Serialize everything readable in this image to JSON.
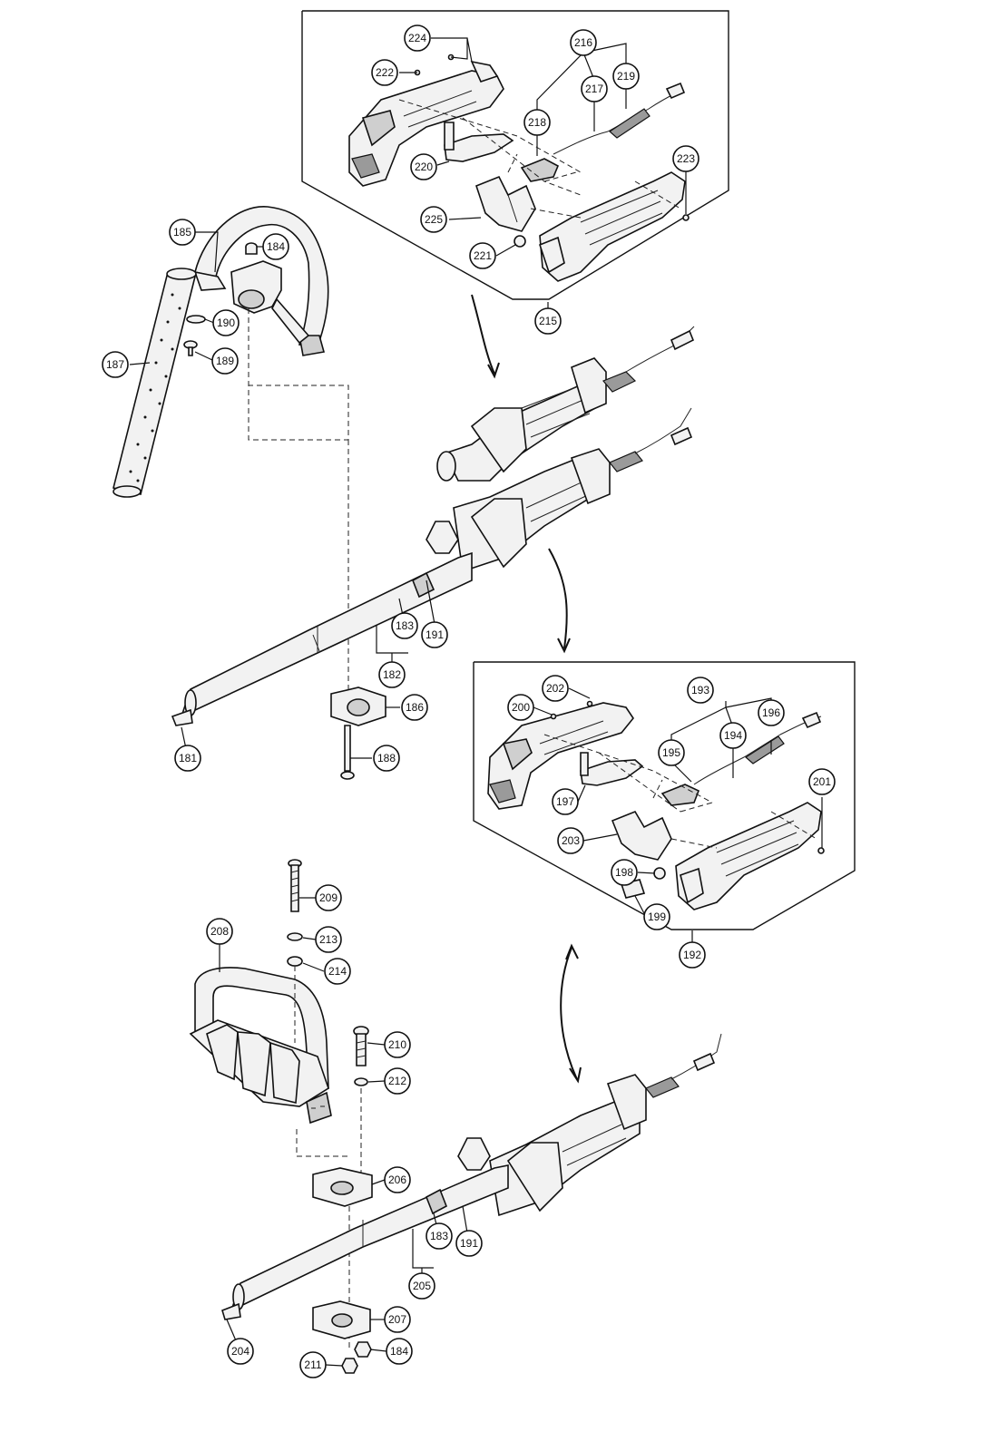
{
  "diagram": {
    "callouts": [
      {
        "id": "c224",
        "label": "224"
      },
      {
        "id": "c222",
        "label": "222"
      },
      {
        "id": "c216",
        "label": "216"
      },
      {
        "id": "c217",
        "label": "217"
      },
      {
        "id": "c219",
        "label": "219"
      },
      {
        "id": "c218",
        "label": "218"
      },
      {
        "id": "c220",
        "label": "220"
      },
      {
        "id": "c223",
        "label": "223"
      },
      {
        "id": "c225",
        "label": "225"
      },
      {
        "id": "c221",
        "label": "221"
      },
      {
        "id": "c215",
        "label": "215"
      },
      {
        "id": "c185",
        "label": "185"
      },
      {
        "id": "c184a",
        "label": "184"
      },
      {
        "id": "c190",
        "label": "190"
      },
      {
        "id": "c189",
        "label": "189"
      },
      {
        "id": "c187",
        "label": "187"
      },
      {
        "id": "c183a",
        "label": "183"
      },
      {
        "id": "c191a",
        "label": "191"
      },
      {
        "id": "c182",
        "label": "182"
      },
      {
        "id": "c186",
        "label": "186"
      },
      {
        "id": "c181",
        "label": "181"
      },
      {
        "id": "c188",
        "label": "188"
      },
      {
        "id": "c202",
        "label": "202"
      },
      {
        "id": "c200",
        "label": "200"
      },
      {
        "id": "c193",
        "label": "193"
      },
      {
        "id": "c194",
        "label": "194"
      },
      {
        "id": "c196",
        "label": "196"
      },
      {
        "id": "c195",
        "label": "195"
      },
      {
        "id": "c197",
        "label": "197"
      },
      {
        "id": "c201",
        "label": "201"
      },
      {
        "id": "c203",
        "label": "203"
      },
      {
        "id": "c198",
        "label": "198"
      },
      {
        "id": "c199",
        "label": "199"
      },
      {
        "id": "c192",
        "label": "192"
      },
      {
        "id": "c209",
        "label": "209"
      },
      {
        "id": "c213",
        "label": "213"
      },
      {
        "id": "c208",
        "label": "208"
      },
      {
        "id": "c214",
        "label": "214"
      },
      {
        "id": "c210",
        "label": "210"
      },
      {
        "id": "c212",
        "label": "212"
      },
      {
        "id": "c206",
        "label": "206"
      },
      {
        "id": "c183b",
        "label": "183"
      },
      {
        "id": "c191b",
        "label": "191"
      },
      {
        "id": "c205",
        "label": "205"
      },
      {
        "id": "c207",
        "label": "207"
      },
      {
        "id": "c204",
        "label": "204"
      },
      {
        "id": "c211",
        "label": "211"
      },
      {
        "id": "c184b",
        "label": "184"
      }
    ]
  }
}
